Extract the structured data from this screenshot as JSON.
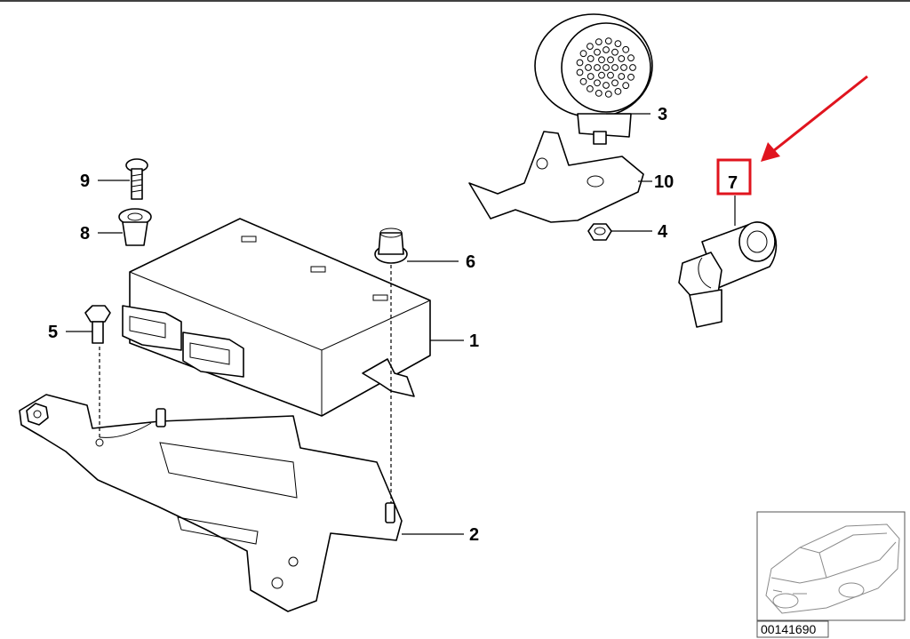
{
  "callouts": [
    {
      "id": "1",
      "label": "1"
    },
    {
      "id": "2",
      "label": "2"
    },
    {
      "id": "3",
      "label": "3"
    },
    {
      "id": "4",
      "label": "4"
    },
    {
      "id": "5",
      "label": "5"
    },
    {
      "id": "6",
      "label": "6"
    },
    {
      "id": "7",
      "label": "7"
    },
    {
      "id": "8",
      "label": "8"
    },
    {
      "id": "9",
      "label": "9"
    },
    {
      "id": "10",
      "label": "10"
    }
  ],
  "highlight": {
    "callout": "7",
    "color": "#e0141e"
  },
  "reference_number": "00141690"
}
